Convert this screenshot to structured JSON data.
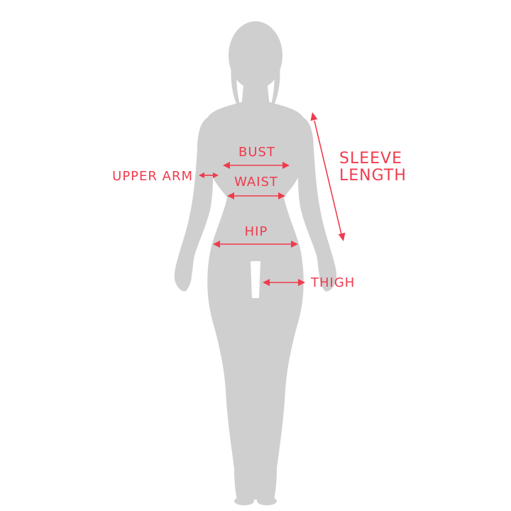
{
  "accent_color": "#ef3b4d",
  "silhouette_color": "#cfcfcf",
  "background_color": "#ffffff",
  "labels": {
    "bust": "BUST",
    "waist": "WAIST",
    "hip": "HIP",
    "upper_arm": "UPPER ARM",
    "thigh": "THIGH",
    "sleeve_line1": "SLEEVE",
    "sleeve_line2": "LENGTH"
  }
}
